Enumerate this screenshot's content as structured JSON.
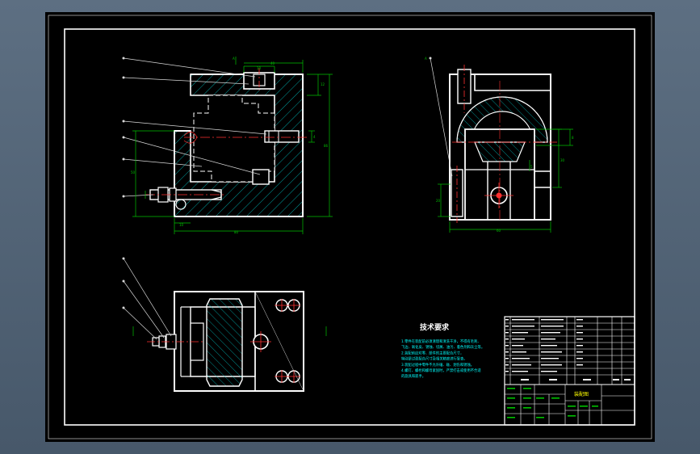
{
  "colors": {
    "viewport_bg": "#000000",
    "app_bg": "#53647a",
    "outline": "#ffffff",
    "hatch": "#00c8c8",
    "dimension": "#00c000",
    "centerline": "#ff3030",
    "leader": "#e0e0e0",
    "notes_text": "#00ffff",
    "title_text": "#ffff00"
  },
  "drawing": {
    "tech_title": "技术要求",
    "tech_notes": [
      "1.零件在装配前必须清理和清洗干净，不得有毛刺、",
      "飞边、氧化皮、锈蚀、切屑、油污、着色剂和灰尘等。",
      "2.装配前应对零、部件的主要配合尺寸，",
      "特别是过盈配合尺寸及相关精度进行复查。",
      "3.装配过程中零件不允许磕、碰、划伤和锈蚀。",
      "4.螺钉、螺栓和螺母紧固时，严禁打击或使用不合适",
      "的旋具和扳手。"
    ],
    "title_block_name": "装配图"
  }
}
